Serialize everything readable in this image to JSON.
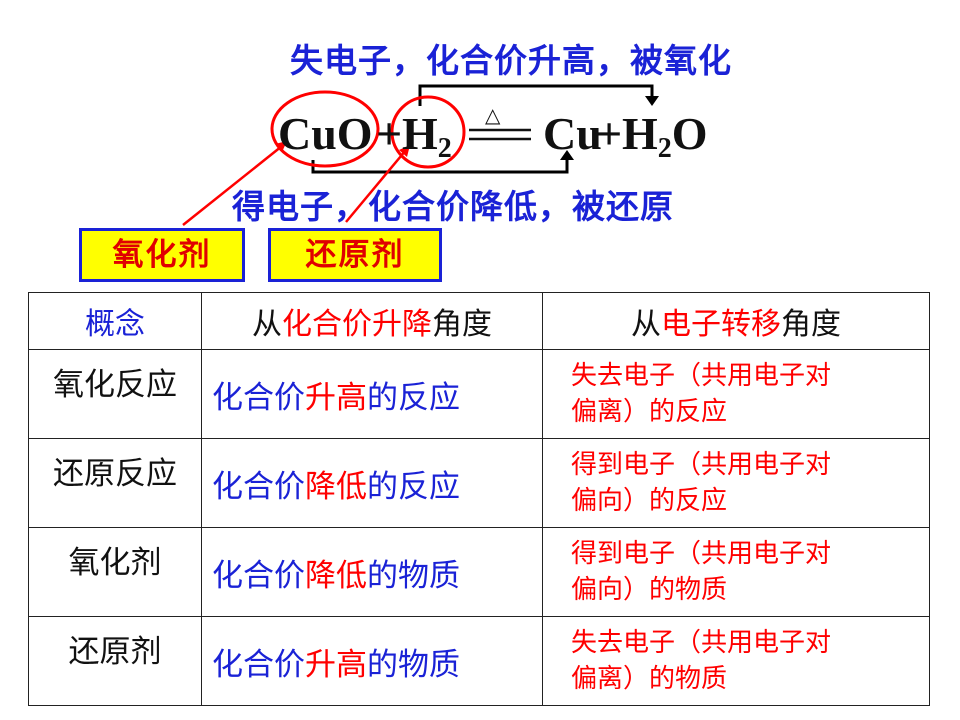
{
  "diagram": {
    "top_label": "失电子，化合价升高，被氧化",
    "bottom_label": "得电子，化合价降低，被还原",
    "equation": {
      "reactant1": "CuO",
      "plus1": "+",
      "reactant2": "H",
      "reactant2_sub": "2",
      "condition": "△",
      "product1": "Cu",
      "plus2": "+",
      "product2_a": "H",
      "product2_sub": "2",
      "product2_b": "O"
    },
    "tags": [
      {
        "label": "氧化剂"
      },
      {
        "label": "还原剂"
      }
    ],
    "colors": {
      "blue": "#1a22d6",
      "red": "#ff0000",
      "tag_fill": "#ffff00"
    }
  },
  "table": {
    "header": {
      "col1": "概念",
      "col2_pre": "从",
      "col2_em": "化合价升降",
      "col2_post": "角度",
      "col3_pre": "从",
      "col3_em": "电子转移",
      "col3_post": "角度"
    },
    "rows": [
      {
        "concept": "氧化反应",
        "m_a": "化合价",
        "m_b": "升高",
        "m_c": "的反应",
        "r_a": "失去",
        "r_b": "电子（共用电子对",
        "r_c": "偏离）的反应"
      },
      {
        "concept": "还原反应",
        "m_a": "化合价",
        "m_b": "降低",
        "m_c": "的反应",
        "r_a": "得到",
        "r_b": "电子（共用电子对",
        "r_c": "偏向）的反应"
      },
      {
        "concept": "氧化剂",
        "m_a": "化合价",
        "m_b": "降低",
        "m_c": "的物质",
        "r_a": "得到",
        "r_b": "电子（共用电子对",
        "r_c": "偏向）的物质"
      },
      {
        "concept": "还原剂",
        "m_a": "化合价",
        "m_b": "升高",
        "m_c": "的物质",
        "r_a": "失去",
        "r_b": "电子（共用电子对",
        "r_c": "偏离）的物质"
      }
    ]
  }
}
